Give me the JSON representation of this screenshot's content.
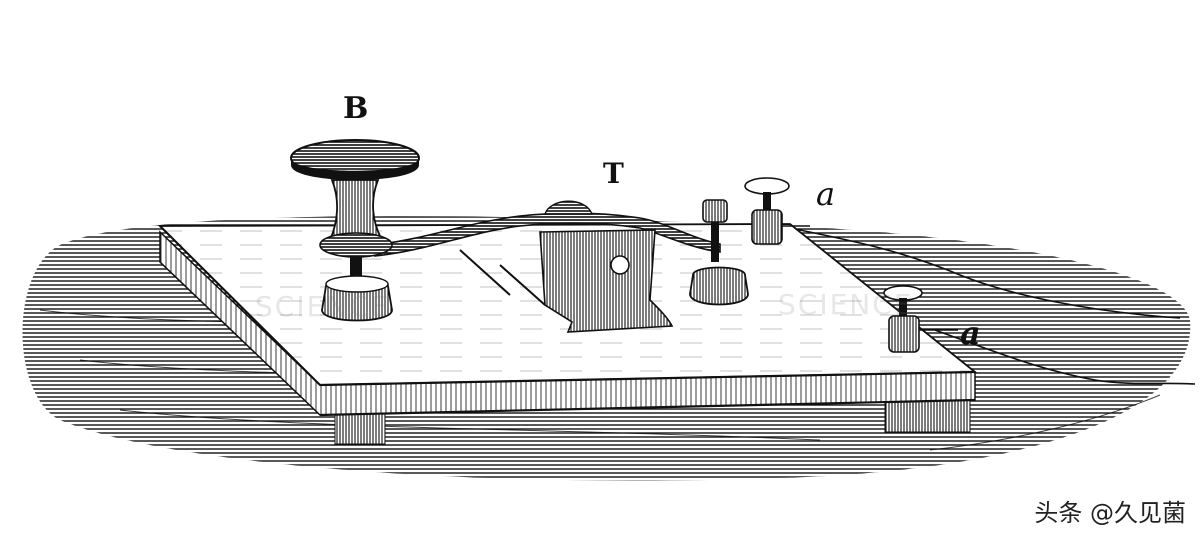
{
  "labels": {
    "button": "B",
    "lever": "T",
    "terminal_upper": "a",
    "terminal_lower": "a"
  },
  "watermark": {
    "left": "SCIENCE",
    "right": "SCIENCE"
  },
  "credit": "头条 @久见菌",
  "colors": {
    "ink": "#111111",
    "paper": "#ffffff"
  }
}
